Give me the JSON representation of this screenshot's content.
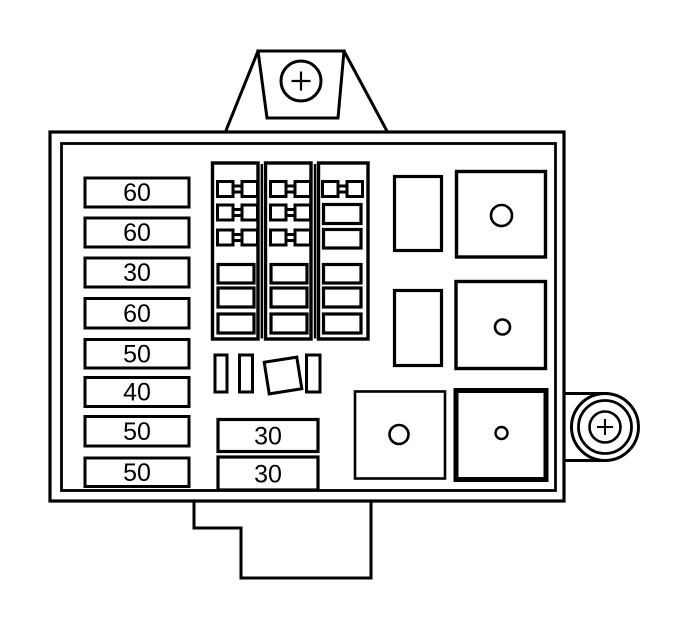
{
  "fuse_box": {
    "background_color": "#ffffff",
    "line_color": "#000000",
    "maxi_fuse_ratings": [
      "60",
      "60",
      "30",
      "60",
      "50",
      "40",
      "50",
      "50"
    ],
    "center_fuse_ratings": [
      "30",
      "30"
    ],
    "icons": {
      "top_mount_bolt": "plus-circle",
      "side_stud_bolt": "plus-circle",
      "relay_pin": "small-circle"
    }
  }
}
